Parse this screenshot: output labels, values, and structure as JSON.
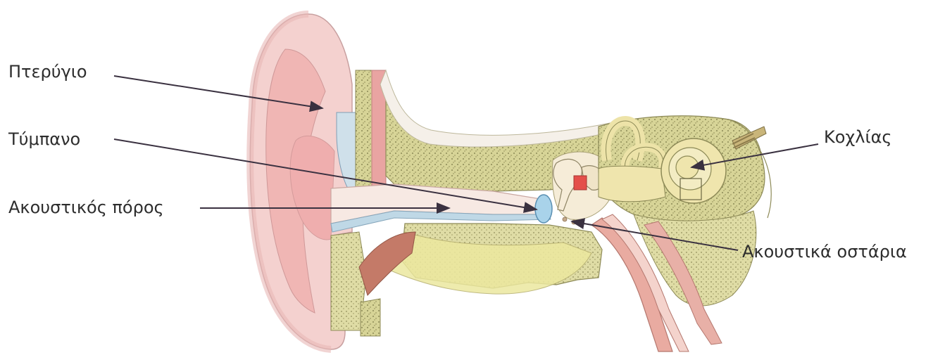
{
  "labels": {
    "pterygio": "Πτερύγιο",
    "tympano": "Τύμπανο",
    "akoustikos_poros": "Ακουστικός πόρος",
    "kochlias": "Κοχλίας",
    "akoustika_ostaria": "Ακουστικά οστάρια"
  },
  "colors": {
    "skin": "#f1c7c4",
    "skin_light": "#f8dfdc",
    "bone": "#d9d89a",
    "bone_dark": "#b9b46a",
    "inner_ear": "#ece3a6",
    "canal": "#f7efe7",
    "eardrum": "#a9d3ea",
    "muscle": "#c97f6f",
    "tube": "#e6a79d",
    "arrow": "#3a3140",
    "text": "#2d2d2d"
  }
}
